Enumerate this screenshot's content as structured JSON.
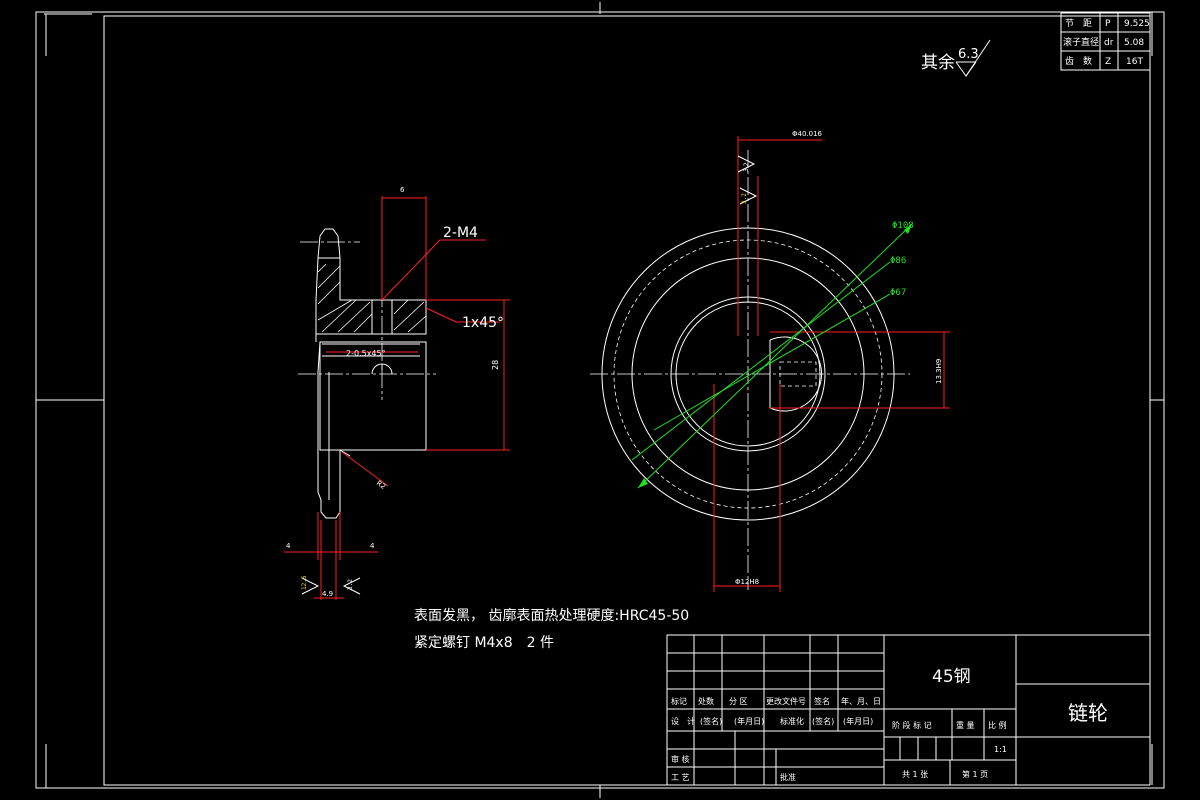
{
  "params_table": {
    "rows": [
      {
        "name": "节　距",
        "sym": "P",
        "val": "9.525"
      },
      {
        "name": "滚子直径",
        "sym": "dr",
        "val": "5.08"
      },
      {
        "name": "齿　数",
        "sym": "Z",
        "val": "16T"
      }
    ]
  },
  "roughness": {
    "prefix": "其余",
    "value": "6.3"
  },
  "side_view": {
    "dim_top": "6",
    "thread_label": "2-M4",
    "chamfer_label": "1x45°",
    "inner_chamfer": "2-0.5x45°",
    "height_dim": "28",
    "fillet_dim": "R2",
    "width_left": "4",
    "width_right": "4",
    "tooth_width": "4.9",
    "rough_left": "12.5",
    "rough_right": "3.2"
  },
  "front_view": {
    "bore_dim": "Φ40.016",
    "rough_top1": "3.2",
    "rough_top2": "3.2",
    "d1": "Φ108",
    "d2": "Φ86",
    "d3": "Φ67",
    "keyway_dim": "13.3H9",
    "bottom_dim": "Φ12H8"
  },
  "notes": {
    "line1": "表面发黑， 齿廓表面热处理硬度:HRC45-50",
    "line2": "紧定螺钉 M4x8　2 件"
  },
  "title_block": {
    "material": "45钢",
    "part_name": "链轮",
    "header_cells": [
      "标记",
      "处数",
      "分 区",
      "更改文件号",
      "签名",
      "年、月、日"
    ],
    "row_design": [
      "设　计",
      "(签名)",
      "(年月日)",
      "标准化",
      "(签名)",
      "(年月日)"
    ],
    "row_check": "审 核",
    "row_process": "工 艺",
    "approve": "批准",
    "stage_labels": [
      "阶 段 标 记",
      "重 量",
      "比 例"
    ],
    "scale": "1:1",
    "sheets_total": "共 1 张",
    "sheet_no": "第 1 页"
  }
}
